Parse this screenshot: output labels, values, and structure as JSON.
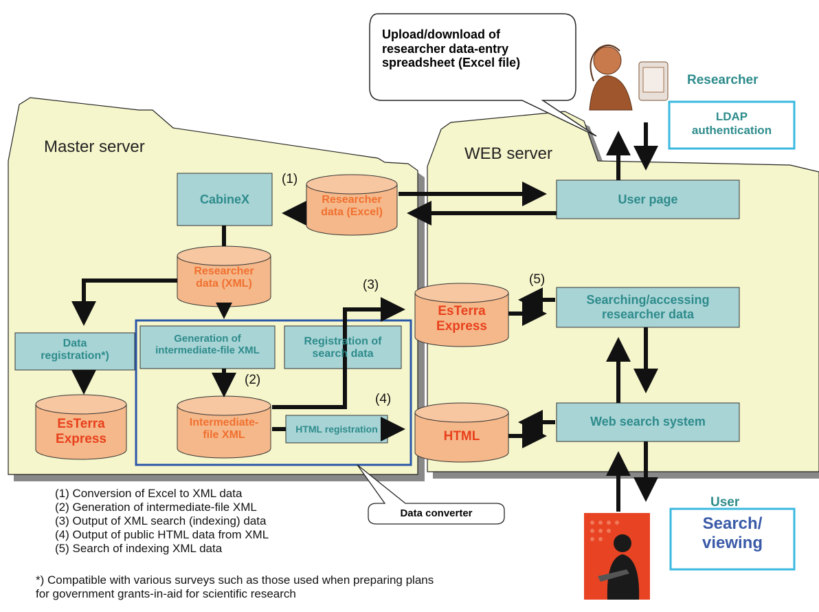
{
  "servers": {
    "master": "Master server",
    "web": "WEB server"
  },
  "boxes": {
    "cabinex": "CabineX",
    "user_page": "User page",
    "searching": "Searching/accessing\nresearcher data",
    "web_search": "Web search system",
    "data_registration": "Data\nregistration*)",
    "gen_intermediate": "Generation of\nintermediate-file XML",
    "registration_search": "Registration of\nsearch data",
    "html_registration": "HTML registration"
  },
  "databases": {
    "researcher_excel": "Researcher\ndata (Excel)",
    "researcher_xml": "Researcher\ndata (XML)",
    "esterra_master": "EsTerra\nExpress",
    "intermediate": "Intermediate-\nfile XML",
    "esterra_web": "EsTerra\nExpress",
    "html": "HTML"
  },
  "numbers": [
    "(1)",
    "(2)",
    "(3)",
    "(4)",
    "(5)"
  ],
  "callouts": {
    "upload": "Upload/download of\nresearcher data-entry\nspreadsheet (Excel file)",
    "converter": "Data converter"
  },
  "actors": {
    "researcher": "Researcher",
    "ldap": "LDAP\nauthentication",
    "user": "User",
    "search_viewing": "Search/\nviewing"
  },
  "legend": [
    "(1) Conversion of Excel to XML data",
    "(2) Generation of intermediate-file XML",
    "(3) Output of XML search (indexing) data",
    "(4) Output of public HTML data from XML",
    "(5) Search of indexing XML data"
  ],
  "footnote": "*) Compatible with various surveys such as those used when preparing plans\nfor government grants-in-aid for scientific research",
  "colors": {
    "panel": "#f6f6cc",
    "box": "#a8d4d6",
    "db": "#f5b88a",
    "converter_frame": "#2a56a8",
    "callout_frame": "#3ab8e0",
    "teal_text": "#2e8b8b",
    "orange_text": "#f07030",
    "red_text": "#e8401c",
    "blue_text": "#3a5aa8"
  }
}
